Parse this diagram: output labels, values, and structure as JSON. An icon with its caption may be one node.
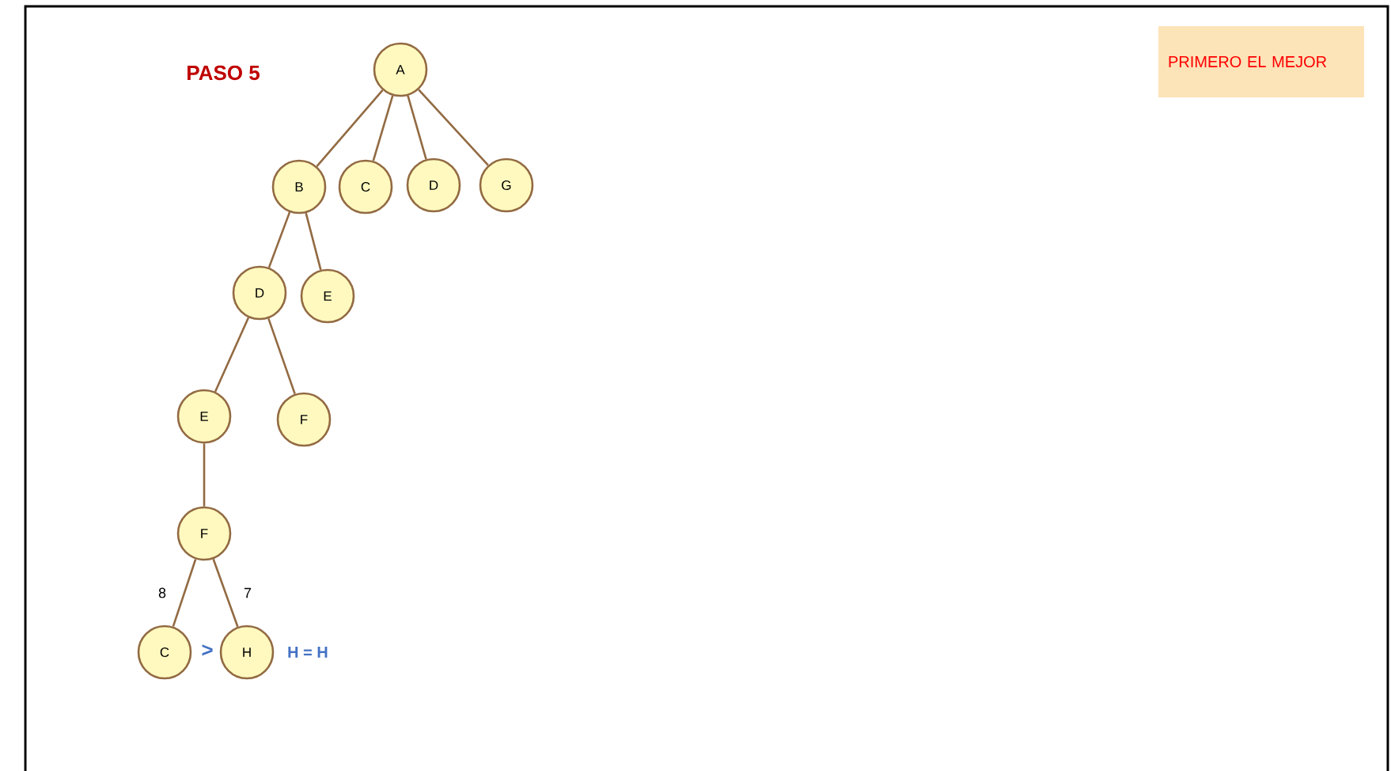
{
  "diagram": {
    "title": "PASO 5",
    "nodes": [
      {
        "text": [
          "A"
        ]
      },
      {
        "text": [
          "B"
        ]
      },
      {
        "text": [
          "C"
        ]
      },
      {
        "text": [
          "D"
        ]
      },
      {
        "text": [
          "G"
        ]
      },
      {
        "text": [
          "D"
        ]
      },
      {
        "text": [
          "E"
        ]
      },
      {
        "text": [
          "E"
        ]
      },
      {
        "text": [
          "F"
        ]
      },
      {
        "text": [
          "F"
        ]
      },
      {
        "text": [
          "C"
        ]
      },
      {
        "text": [
          "H"
        ]
      },
      {
        "text": [
          "PRIMERO EL MEJOR"
        ]
      }
    ],
    "edges": [
      {
        "from": 0,
        "to": 1,
        "arrow": "none"
      },
      {
        "from": 0,
        "to": 2,
        "arrow": "none"
      },
      {
        "from": 0,
        "to": 3,
        "arrow": "none"
      },
      {
        "from": 0,
        "to": 4,
        "arrow": "none"
      },
      {
        "from": 1,
        "to": 5,
        "arrow": "none"
      },
      {
        "from": 1,
        "to": 6,
        "arrow": "none"
      },
      {
        "from": 5,
        "to": 7,
        "arrow": "none"
      },
      {
        "from": 5,
        "to": 8,
        "arrow": "none"
      },
      {
        "from": 7,
        "to": 9,
        "arrow": "none"
      },
      {
        "from": 9,
        "to": 10,
        "arrow": "none",
        "label": "8"
      },
      {
        "from": 9,
        "to": 11,
        "arrow": "none",
        "label": "7"
      }
    ],
    "labels": [
      ">",
      "H = H"
    ]
  }
}
